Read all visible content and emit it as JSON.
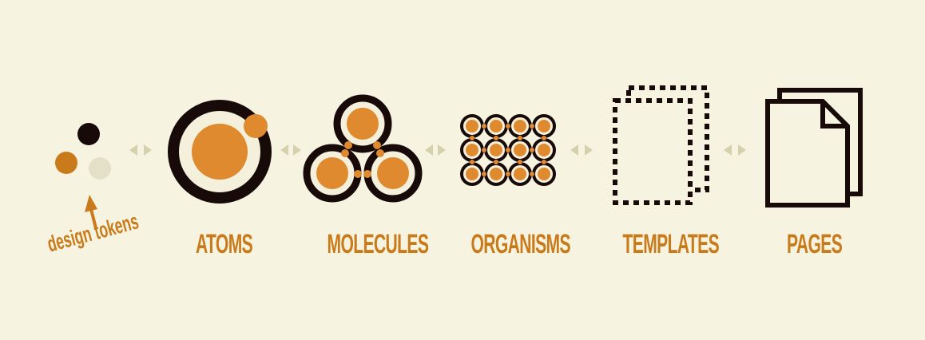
{
  "colors": {
    "background": "#f6f4e1",
    "orange": "#e08a2f",
    "label": "#c97a1a",
    "dark": "#170a09",
    "cream": "#f5f0dc",
    "muted": "#e4e0c8",
    "arrow": "#d6d1ad"
  },
  "annotation": {
    "text": "design tokens"
  },
  "stages": [
    {
      "label": "ATOMS",
      "icon": "atom-icon"
    },
    {
      "label": "MOLECULES",
      "icon": "molecule-icon"
    },
    {
      "label": "ORGANISMS",
      "icon": "organism-icon"
    },
    {
      "label": "TEMPLATES",
      "icon": "template-icon"
    },
    {
      "label": "PAGES",
      "icon": "pages-icon"
    }
  ]
}
